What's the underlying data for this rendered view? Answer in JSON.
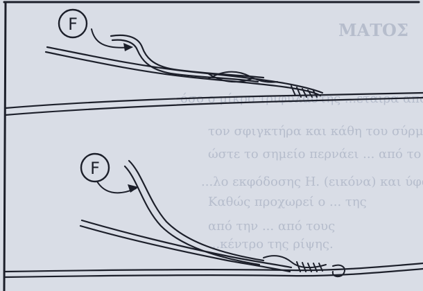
{
  "callouts": {
    "upper": {
      "label": "F"
    },
    "lower": {
      "label": "F"
    }
  },
  "bleed_through": {
    "title": "ΜΑΤΟΣ",
    "lines": [
      "όσο ο μίκρο τριφυλάστης ...εταιρα από",
      "τον σφιγκτήρα και κάθη του σύρματος",
      "ώστε το σημείο περνάει ... από το",
      "...λο εκφόδοσης Η. (εικόνα) και ύφασμα",
      "Καθώς προχωρεί ο ... της",
      "από την ... από τους",
      "...κέντρο της ρίψης."
    ]
  },
  "colors": {
    "paper": "#d9dde6",
    "ink": "#1c1f2a",
    "bleed": "#9aa3b8"
  }
}
